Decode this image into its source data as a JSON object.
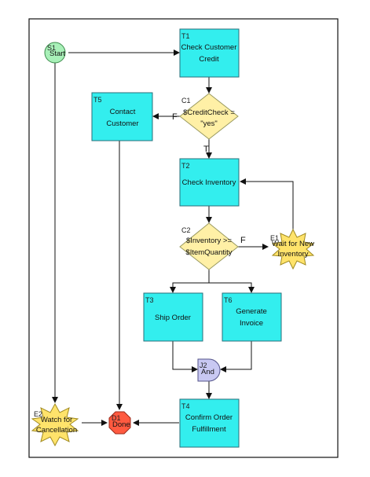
{
  "nodes": {
    "s1": {
      "id": "S1",
      "label": "Start"
    },
    "t1": {
      "id": "T1",
      "line1": "Check Customer",
      "line2": "Credit"
    },
    "c1": {
      "id": "C1",
      "line1": "$CreditCheck =",
      "line2": "\"yes\""
    },
    "t5": {
      "id": "T5",
      "line1": "Contact",
      "line2": "Customer"
    },
    "t2": {
      "id": "T2",
      "line1": "Check Inventory"
    },
    "c2": {
      "id": "C2",
      "line1": "$Inventory >=",
      "line2": "$ItemQuantity"
    },
    "e1": {
      "id": "E1",
      "line1": "Wait for New",
      "line2": "Inventory"
    },
    "t3": {
      "id": "T3",
      "line1": "Ship Order"
    },
    "t6": {
      "id": "T6",
      "line1": "Generate",
      "line2": "Invoice"
    },
    "j2": {
      "id": "J2",
      "label": "And"
    },
    "t4": {
      "id": "T4",
      "line1": "Confirm Order",
      "line2": "Fulfillment"
    },
    "e2": {
      "id": "E2",
      "line1": "Watch for",
      "line2": "Cancellation"
    },
    "d1": {
      "id": "D1",
      "label": "Done"
    }
  },
  "edge_labels": {
    "c1_false": "F",
    "c1_true": "T",
    "c2_false": "F"
  },
  "colors": {
    "task": "#33eeee",
    "condition": "#fff0a6",
    "event": "#ffe36b",
    "start": "#a8f0b8",
    "stop": "#ff5a40",
    "join": "#c8c8f2"
  }
}
